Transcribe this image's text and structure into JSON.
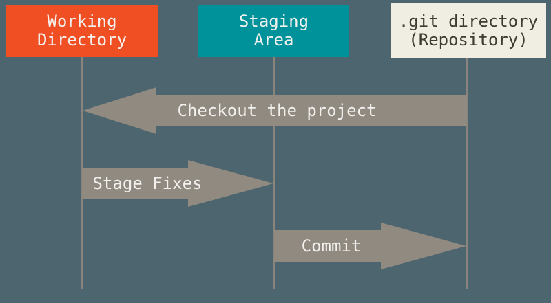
{
  "colors": {
    "background": "#4D656E",
    "working-box": "#F04E23",
    "staging-box": "#00929B",
    "git-box": "#F0EEE3",
    "arrow": "#918A81",
    "lifeline": "#8A857C",
    "text-light": "#F2F1EE",
    "text-dark": "#3F3A32"
  },
  "columns": [
    {
      "id": "working-directory",
      "label": "Working\nDirectory"
    },
    {
      "id": "staging-area",
      "label": "Staging\nArea"
    },
    {
      "id": "git-directory",
      "label": ".git directory\n(Repository)"
    }
  ],
  "arrows": [
    {
      "label": "Checkout the project",
      "from": "git-directory",
      "to": "working-directory",
      "direction": "left"
    },
    {
      "label": "Stage Fixes",
      "from": "working-directory",
      "to": "staging-area",
      "direction": "right"
    },
    {
      "label": "Commit",
      "from": "staging-area",
      "to": "git-directory",
      "direction": "right"
    }
  ]
}
